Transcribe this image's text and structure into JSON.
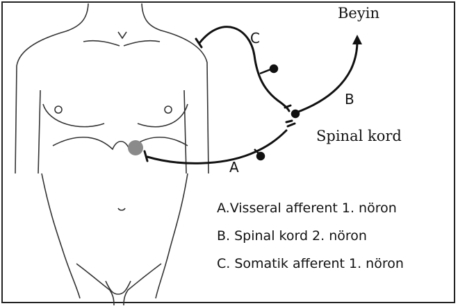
{
  "labels": {
    "brain": "Beyin",
    "spinal_cord": "Spinal kord",
    "a": "A",
    "b": "B",
    "c": "C"
  },
  "legend": [
    "A.Visseral afferent 1. nöron",
    "B. Spinal kord 2. nöron",
    "C. Somatik afferent 1. nöron"
  ],
  "colors": {
    "line": "#111111",
    "visceral_spot": "#8a8a8a"
  }
}
